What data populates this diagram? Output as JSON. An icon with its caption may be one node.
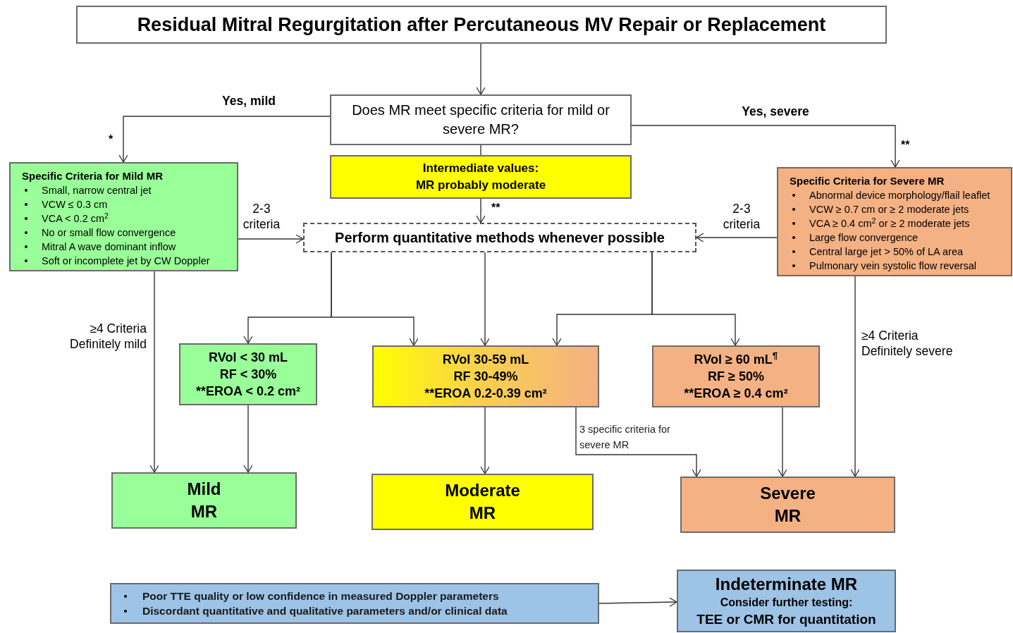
{
  "diagram": {
    "nodes": [
      {
        "text": [
          "Residual Mitral Regurgitation after Percutaneous MV Repair or Replacement"
        ]
      },
      {
        "text": [
          "Does MR  meet specific criteria for mild or severe MR?"
        ]
      },
      {
        "text": [
          "Intermediate values:",
          "MR probably moderate"
        ]
      },
      {
        "text": [
          "Specific Criteria for Mild MR",
          "Small, narrow central jet",
          "VCW ≤ 0.3 cm",
          "VCA < 0.2 cm$^{2}$",
          "No or small flow convergence",
          "Mitral A wave dominant inflow",
          "Soft or incomplete jet by CW Doppler"
        ]
      },
      {
        "text": [
          "Specific Criteria for Severe MR",
          "Abnormal device morphology/flail leaflet",
          "VCW  ≥ 0.7 cm or ≥ 2 moderate jets",
          "VCA  ≥ 0.4 cm$^{2}$ or ≥ 2 moderate jets",
          "Large flow convergence",
          "Central large jet > 50% of LA area",
          "Pulmonary vein systolic flow reversal"
        ]
      },
      {
        "text": [
          "Perform quantitative methods  whenever possible"
        ]
      },
      {
        "text": [
          "RVol < 30 mL",
          "RF < 30%",
          "**EROA < 0.2 cm²"
        ]
      },
      {
        "text": [
          "RVol 30-59 mL",
          "RF 30-49%",
          "**EROA 0.2-0.39 cm²"
        ]
      },
      {
        "text": [
          "RVol ≥ 60 mL$^{¶}$",
          "RF ≥ 50%",
          "**EROA ≥ 0.4 cm²"
        ]
      },
      {
        "text": [
          "Mild MR"
        ]
      },
      {
        "text": [
          "Moderate MR"
        ]
      },
      {
        "text": [
          "Severe MR"
        ]
      },
      {
        "text": [
          "Poor TTE quality or low confidence in measured Doppler parameters",
          "Discordant quantitative and qualitative parameters and/or clinical data"
        ]
      },
      {
        "text": [
          "Indeterminate MR",
          "Consider further testing:",
          "TEE or CMR for quantitation"
        ]
      }
    ],
    "edges": [
      {
        "from": 0,
        "to": 1,
        "arrow": "to"
      },
      {
        "from": 1,
        "to": 3,
        "arrow": "to",
        "label": "Yes, mild"
      },
      {
        "from": 1,
        "to": 4,
        "arrow": "to",
        "label": "Yes, severe"
      },
      {
        "from": 1,
        "to": 2,
        "arrow": "none"
      },
      {
        "from": 2,
        "to": 5,
        "arrow": "to"
      },
      {
        "from": 3,
        "to": 5,
        "arrow": "to",
        "label": "2-3 criteria"
      },
      {
        "from": 4,
        "to": 5,
        "arrow": "to",
        "label": "2-3 criteria"
      },
      {
        "from": 3,
        "to": 9,
        "arrow": "to",
        "label": "≥4 Criteria Definitely mild"
      },
      {
        "from": 4,
        "to": 11,
        "arrow": "to",
        "label": "≥4 Criteria Definitely severe"
      },
      {
        "from": 5,
        "to": 6,
        "arrow": "to"
      },
      {
        "from": 5,
        "to": 7,
        "arrow": "to"
      },
      {
        "from": 5,
        "to": 7,
        "arrow": "to"
      },
      {
        "from": 5,
        "to": 7,
        "arrow": "to"
      },
      {
        "from": 5,
        "to": 8,
        "arrow": "to"
      },
      {
        "from": 6,
        "to": 9,
        "arrow": "to"
      },
      {
        "from": 7,
        "to": 10,
        "arrow": "to"
      },
      {
        "from": 7,
        "to": 11,
        "arrow": "to",
        "label": "3 specific criteria for severe MR"
      },
      {
        "from": 8,
        "to": 11,
        "arrow": "to"
      },
      {
        "from": 12,
        "to": 13,
        "arrow": "to"
      }
    ],
    "labels": [
      "*",
      "**",
      "**"
    ]
  }
}
